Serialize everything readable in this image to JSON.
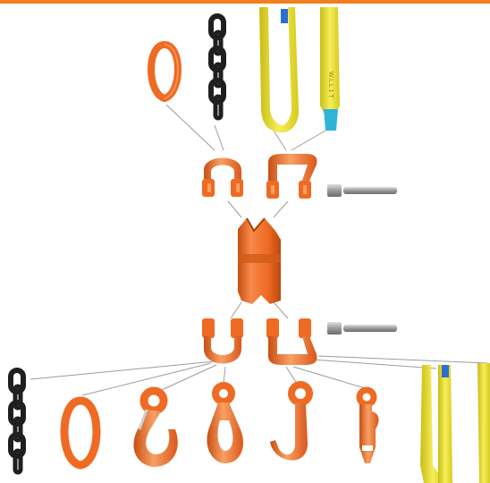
{
  "image": {
    "subject": "exploded-view-rigging-connector-system",
    "colors": {
      "accent_bar": "#f07f1e",
      "orange_part": "#ef6a22",
      "orange_shadow": "#c84f12",
      "orange_highlight": "#f9a064",
      "chain_black": "#1f1f1f",
      "sling_yellow": "#efe43a",
      "sling_yellow_dark": "#c9bd14",
      "sling_blue": "#2d6fd1",
      "sling_cyan": "#2fb3d9",
      "pin_grey": "#9a9a9a",
      "leader_line": "#9c9c9c"
    },
    "sling_tag_text": "W.L.L 1 T",
    "parts": [
      "oblong-master-link",
      "black-lifting-chain",
      "yellow-round-sling",
      "yellow-flat-sling",
      "u-connector-clevis",
      "sling-connector-clevis",
      "locking-pin",
      "central-swivel-body",
      "eye-sling-hook",
      "eye-self-locking-hook",
      "eye-foundry-hook",
      "eye-grab-hook"
    ]
  }
}
